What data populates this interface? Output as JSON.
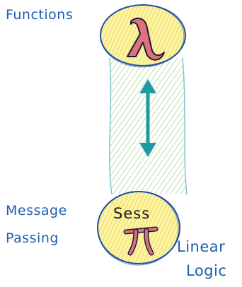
{
  "labels": {
    "functions": "Functions",
    "message": "Message",
    "passing": "Passing",
    "linear": "Linear",
    "logic": "Logic"
  },
  "bottom_node": {
    "text": "Sess"
  },
  "symbols": {
    "top": "lambda-icon",
    "bottom": "pi-icon",
    "link": "double-arrow-icon"
  },
  "colors": {
    "ink_blue": "#1c5fb0",
    "fill_yellow": "#f3e46b",
    "fill_green": "#a8d69a",
    "symbol_red": "#d4596f",
    "arrow_teal": "#1f9aa0"
  }
}
